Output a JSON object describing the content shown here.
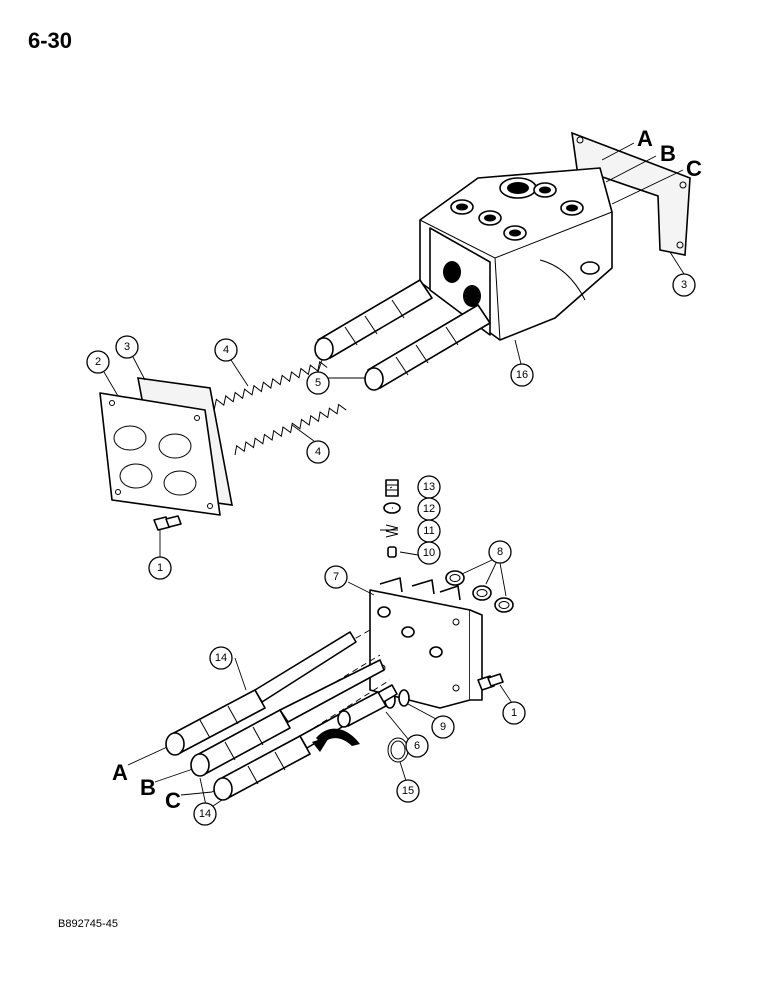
{
  "page": {
    "number": "6-30",
    "code": "B892745-45"
  },
  "callouts": {
    "c1a": "1",
    "c1b": "1",
    "c2": "2",
    "c3a": "3",
    "c3b": "3",
    "c4a": "4",
    "c4b": "4",
    "c5": "5",
    "c6": "6",
    "c7": "7",
    "c8": "8",
    "c9": "9",
    "c10": "10",
    "c11": "11",
    "c12": "12",
    "c13": "13",
    "c14a": "14",
    "c14b": "14",
    "c15": "15",
    "c16": "16"
  },
  "letters": {
    "top_a": "A",
    "top_b": "B",
    "top_c": "C",
    "bot_a": "A",
    "bot_b": "B",
    "bot_c": "C"
  }
}
